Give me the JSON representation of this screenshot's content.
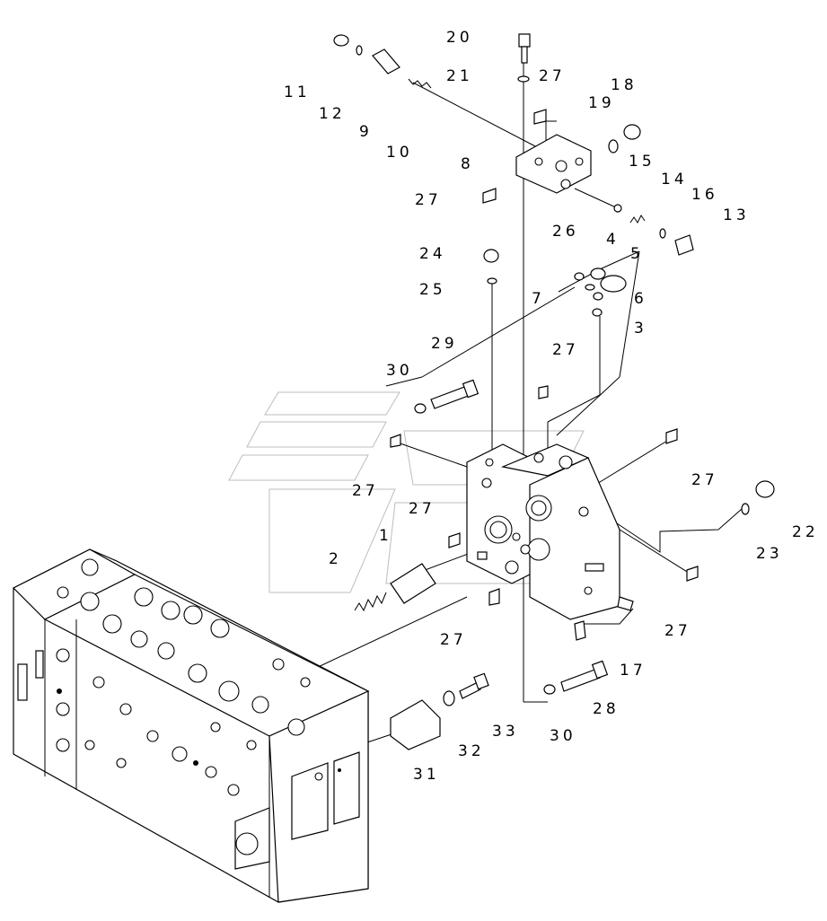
{
  "labels": {
    "p1": "1",
    "p2": "2",
    "p3": "3",
    "p4": "4",
    "p5": "5",
    "p6": "6",
    "p7": "7",
    "p8": "8",
    "p9": "9",
    "p10": "10",
    "p11": "11",
    "p12": "12",
    "p13": "13",
    "p14": "14",
    "p15": "15",
    "p16": "16",
    "p17": "17",
    "p18": "18",
    "p19": "19",
    "p20": "20",
    "p21": "21",
    "p22": "22",
    "p23": "23",
    "p24": "24",
    "p25": "25",
    "p26": "26",
    "p27": "27",
    "p28": "28",
    "p29": "29",
    "p30": "30",
    "p31": "31",
    "p32": "32",
    "p33": "33"
  }
}
